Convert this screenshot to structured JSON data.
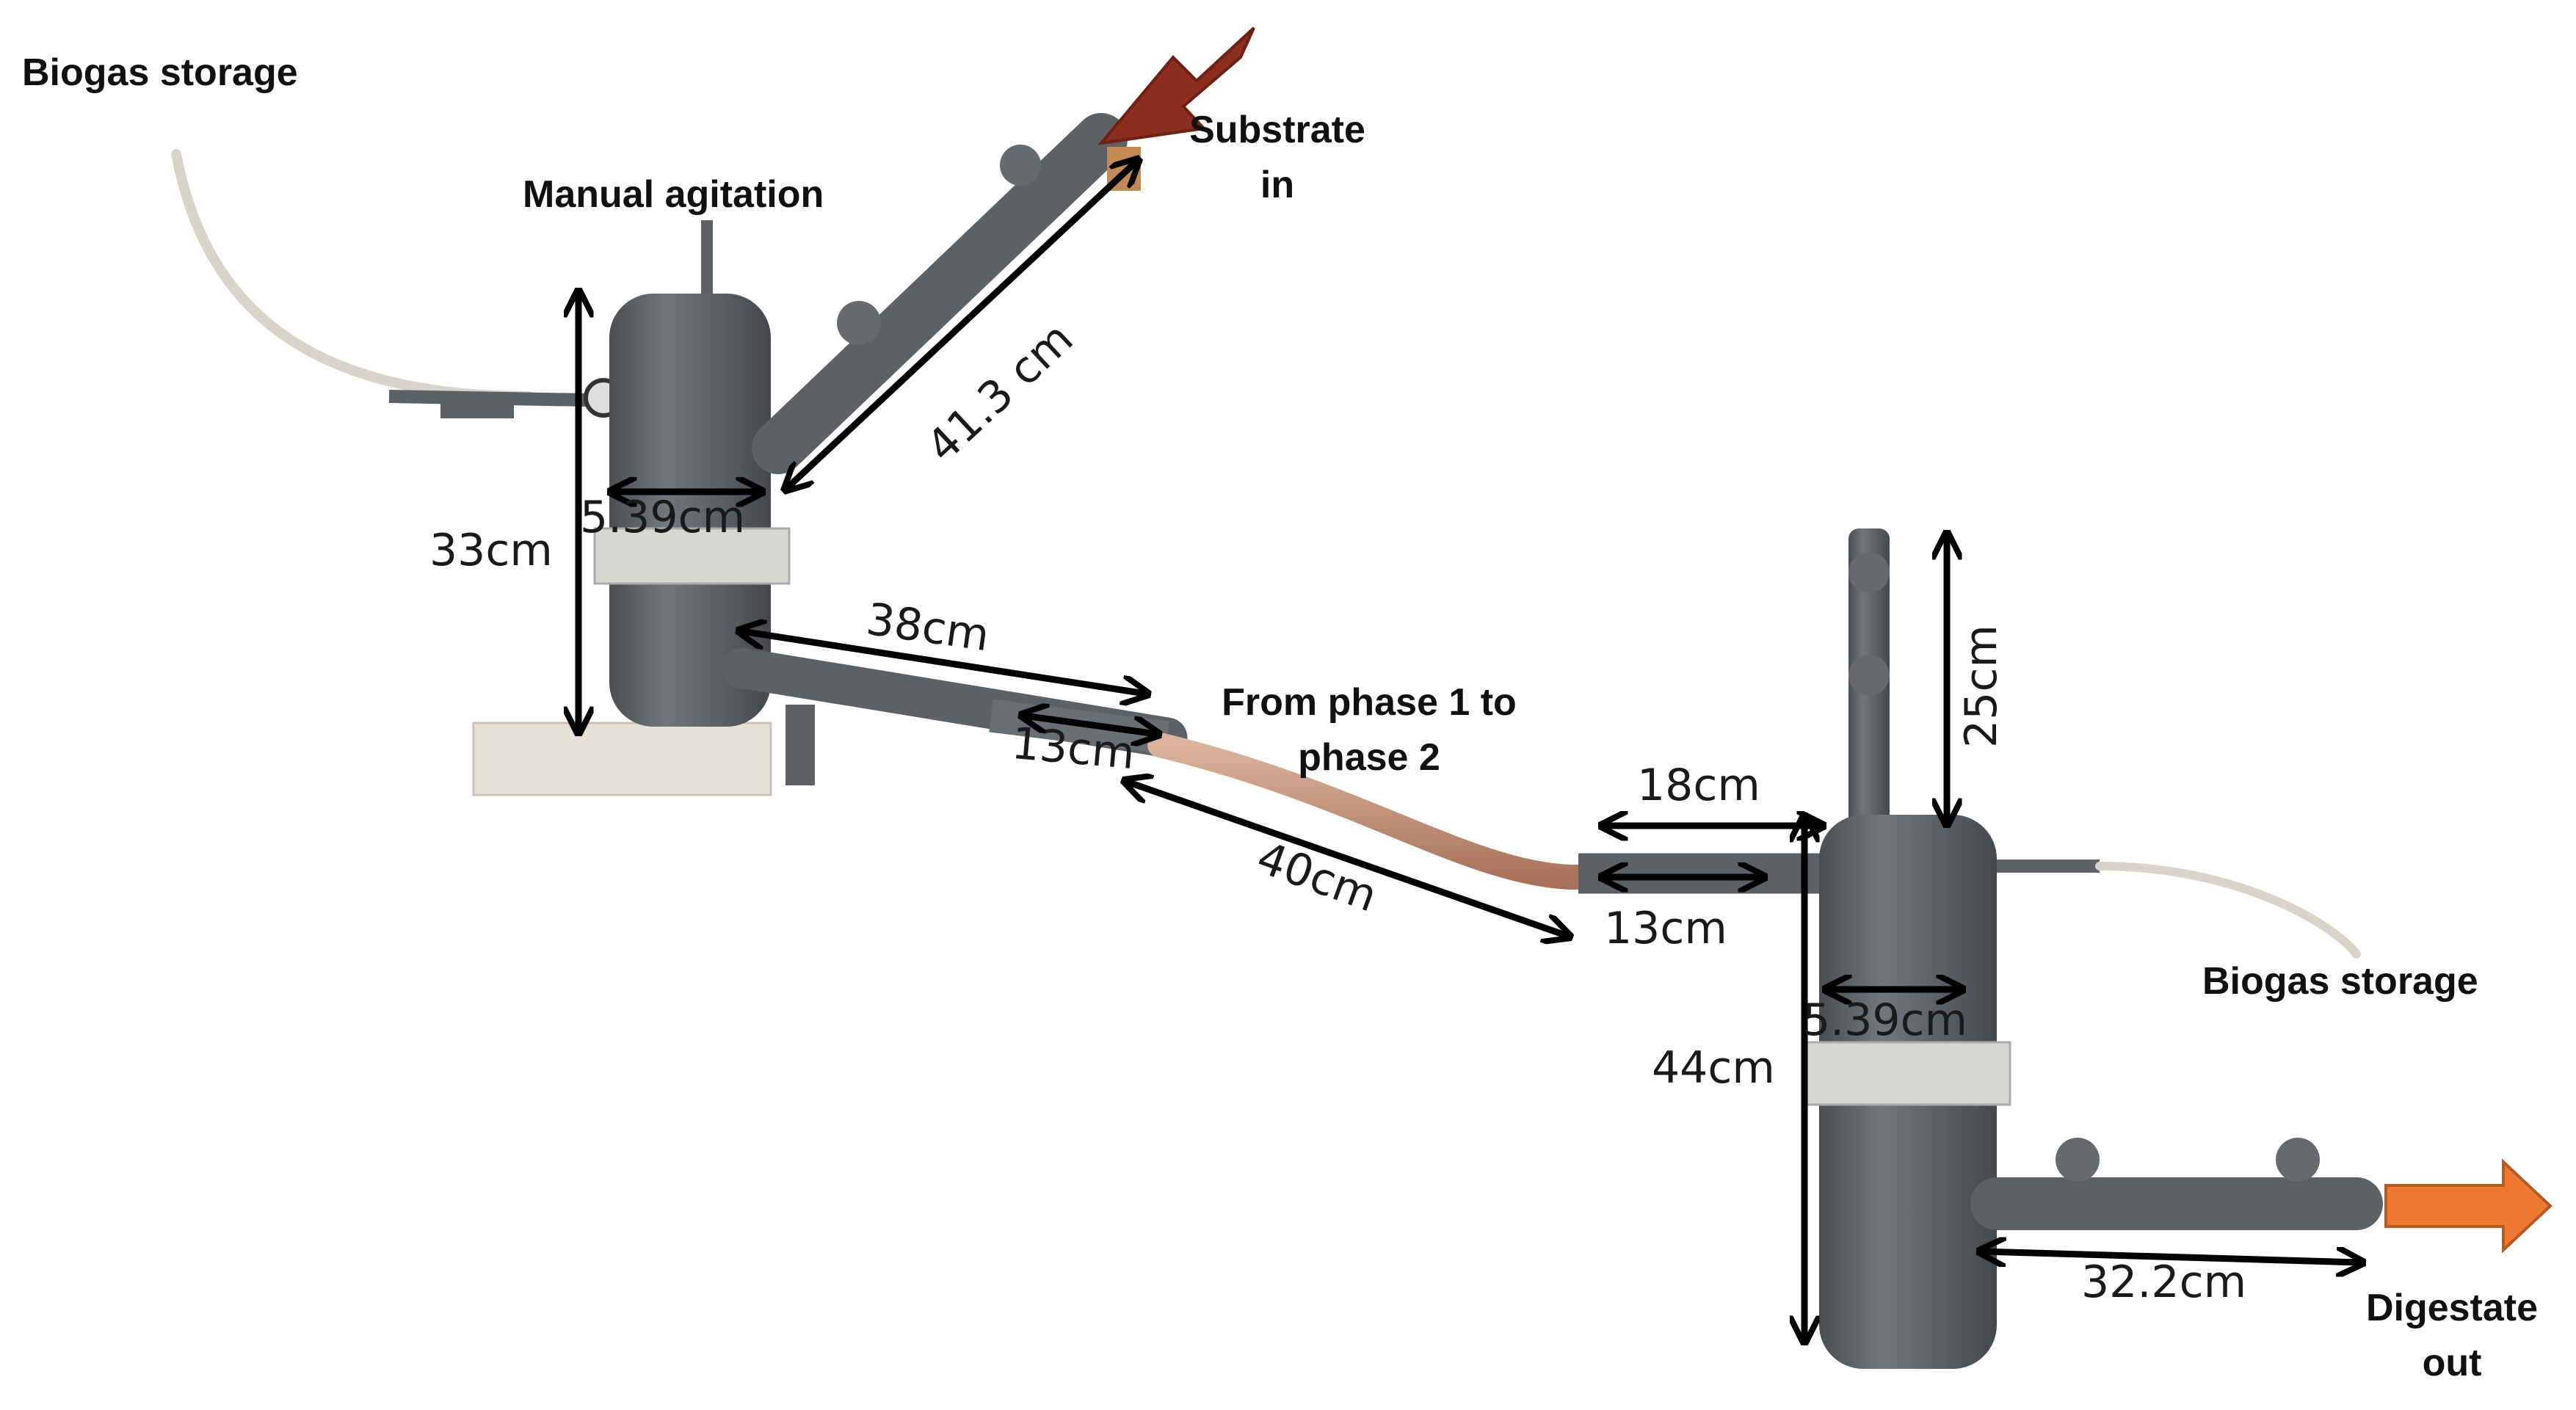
{
  "labels": {
    "biogas_storage_1": "Biogas storage",
    "biogas_storage_2": "Biogas storage",
    "manual_agitation": "Manual agitation",
    "substrate_in_line1": "Substrate",
    "substrate_in_line2": "in",
    "from_phase_line1": "From phase 1 to",
    "from_phase_line2": "phase 2",
    "digestate_out_line1": "Digestate",
    "digestate_out_line2": "out"
  },
  "dimensions": {
    "inlet_length": "41.3 cm",
    "digester1_height": "33cm",
    "digester1_diameter": "5.39cm",
    "outlet1_length": "38cm",
    "connector1": "13cm",
    "transfer_hose": "40cm",
    "inlet2_length": "18cm",
    "connector2": "13cm",
    "gas_pipe_height": "25cm",
    "digester2_diameter": "5.39cm",
    "digester2_height": "44cm",
    "outlet2_length": "32.2cm"
  },
  "colors": {
    "pipe": "#5d6166",
    "hose": "#c79479",
    "substrate_arrow": "#8b2e1d",
    "digestate_arrow": "#ee7a32",
    "dimension_arrow": "#000000"
  }
}
